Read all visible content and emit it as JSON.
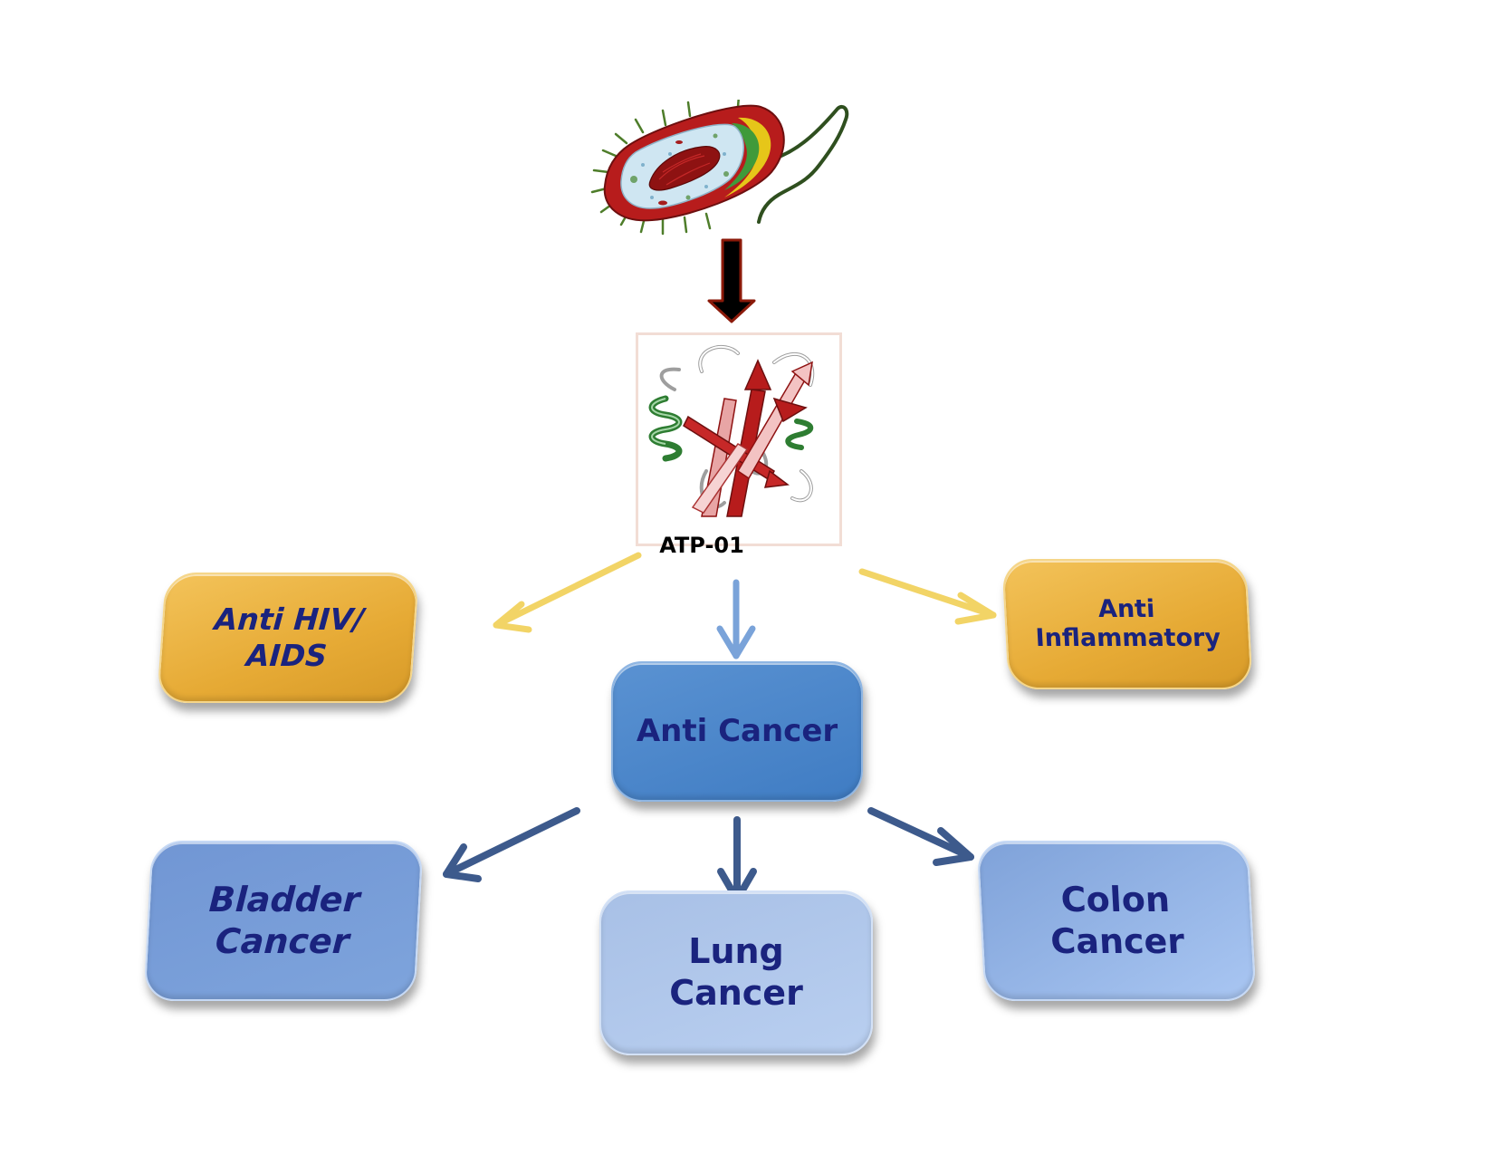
{
  "source": {
    "icon": "bacterium-icon"
  },
  "protein": {
    "icon": "protein-structure-icon",
    "label": "ATP-01"
  },
  "nodes": {
    "anti_hiv": {
      "line1": "Anti HIV/",
      "line2": "AIDS"
    },
    "anti_inflammatory": {
      "line1": "Anti",
      "line2": "Inflammatory"
    },
    "anti_cancer": {
      "label": "Anti Cancer"
    },
    "bladder": {
      "line1": "Bladder",
      "line2": "Cancer"
    },
    "lung": {
      "line1": "Lung",
      "line2": "Cancer"
    },
    "colon": {
      "line1": "Colon",
      "line2": "Cancer"
    }
  },
  "colors": {
    "gold_box": "#e6aa35",
    "blue_box": "#3f7cc3",
    "light_blue_box": "#a9c6f2",
    "text": "#1a237e",
    "yellow_arrow": "#f2d466",
    "light_blue_arrow": "#7aa3d9",
    "dark_blue_arrow": "#3d5a8c",
    "red_arrow_outline": "#8b1a0a"
  }
}
